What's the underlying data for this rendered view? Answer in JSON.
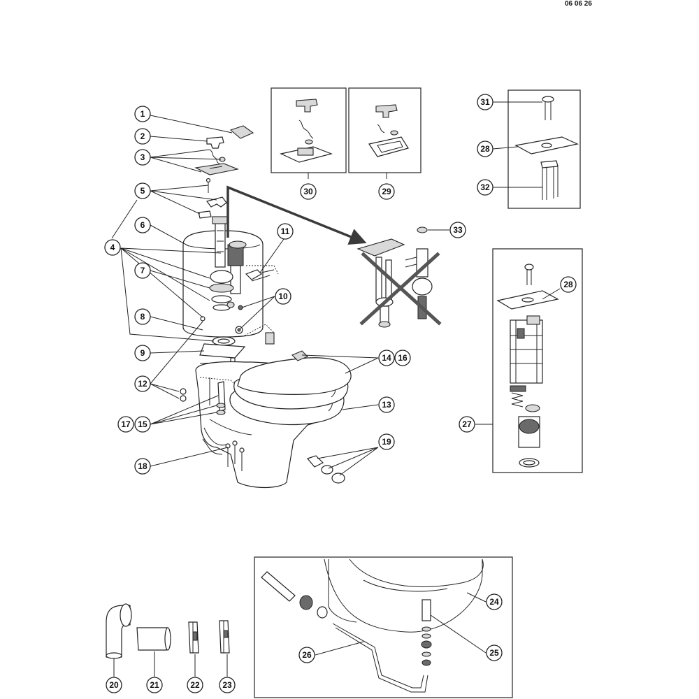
{
  "doc_date": "06 06 26",
  "callouts": {
    "p1": "1",
    "p2": "2",
    "p3": "3",
    "p4": "4",
    "p5": "5",
    "p6": "6",
    "p7": "7",
    "p8": "8",
    "p9": "9",
    "p10": "10",
    "p11": "11",
    "p12": "12",
    "p13": "13",
    "p14": "14",
    "p15": "15",
    "p16": "16",
    "p17": "17",
    "p18": "18",
    "p19": "19",
    "p20": "20",
    "p21": "21",
    "p22": "22",
    "p23": "23",
    "p24": "24",
    "p25": "25",
    "p26": "26",
    "p27": "27",
    "p28a": "28",
    "p28b": "28",
    "p29": "29",
    "p30": "30",
    "p31": "31",
    "p32": "32",
    "p33": "33"
  },
  "colors": {
    "line": "#222222",
    "arrow": "#3a3a3a",
    "cross": "#555555",
    "background": "#ffffff"
  },
  "icons": {
    "obsolete_mark": "cross-out-icon"
  }
}
